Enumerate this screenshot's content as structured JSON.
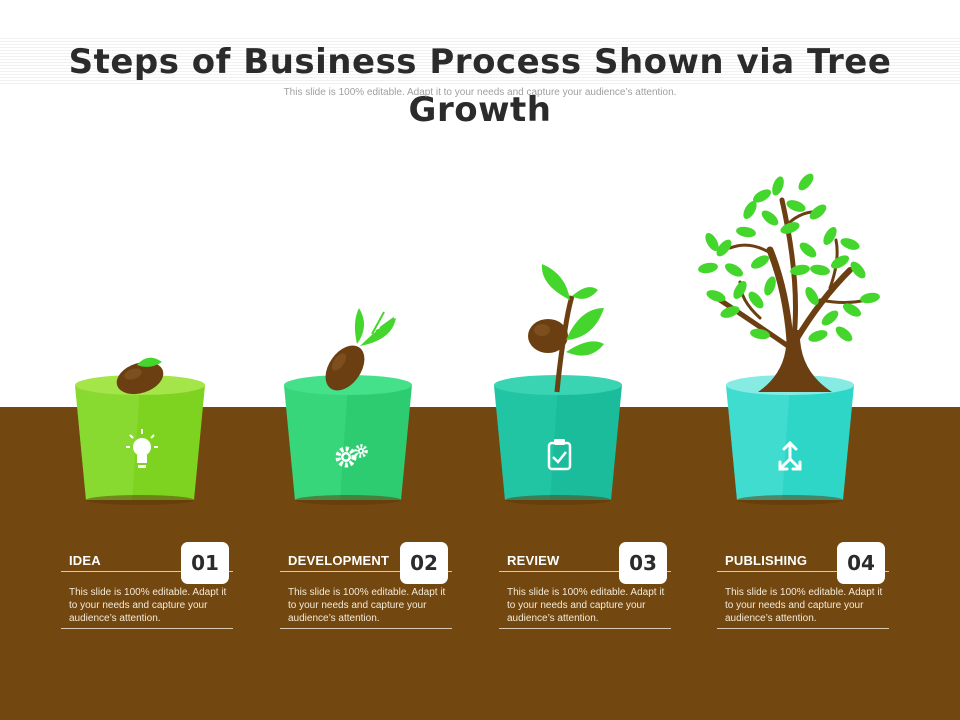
{
  "title": "Steps of Business Process Shown via Tree Growth",
  "subtitle": "This slide is 100% editable. Adapt it to your needs and capture your audience’s attention.",
  "colors": {
    "ground": "#734810",
    "pot_1": "#7ed321",
    "pot_2": "#2ecc71",
    "pot_3": "#1abc9c",
    "pot_4": "#2ed6c8",
    "leaf": "#44d62c",
    "trunk": "#6b3f12"
  },
  "steps": [
    {
      "label": "IDEA",
      "number": "01",
      "description": "This slide is 100% editable. Adapt it to your needs and capture your audience’s attention.",
      "icon": "lightbulb-icon"
    },
    {
      "label": "DEVELOPMENT",
      "number": "02",
      "description": "This slide is 100% editable. Adapt it to your needs and capture your audience’s attention.",
      "icon": "gears-icon"
    },
    {
      "label": "REVIEW",
      "number": "03",
      "description": "This slide is 100% editable. Adapt it to your needs and capture your audience’s attention.",
      "icon": "clipboard-check-icon"
    },
    {
      "label": "PUBLISHING",
      "number": "04",
      "description": "This slide is 100% editable. Adapt it to your needs and capture your audience’s attention.",
      "icon": "share-arrows-icon"
    }
  ]
}
